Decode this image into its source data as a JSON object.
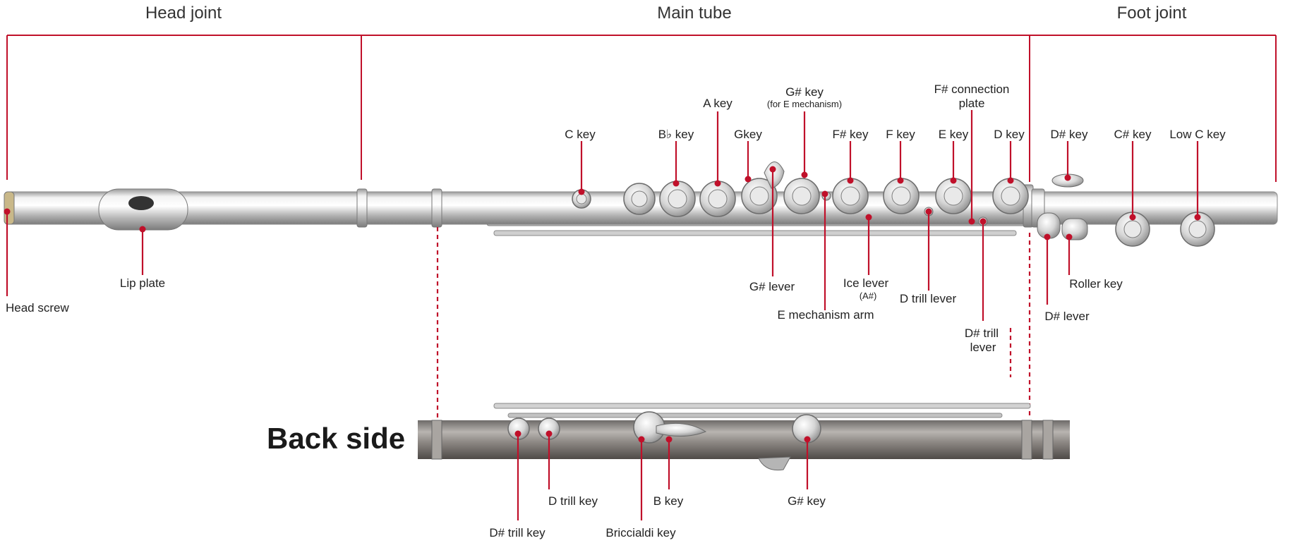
{
  "sections": {
    "head_joint": "Head joint",
    "main_tube": "Main tube",
    "foot_joint": "Foot joint"
  },
  "back_side_title": "Back side",
  "front_labels": {
    "c_key": "C key",
    "bflat_key": "B♭ key",
    "a_key": "A key",
    "g_key": "Gkey",
    "gsharp_e_key": "G# key",
    "gsharp_e_key_note": "(for E mechanism)",
    "fsharp_key": "F# key",
    "f_key": "F key",
    "e_key": "E key",
    "fsharp_connection_plate_1": "F# connection",
    "fsharp_connection_plate_2": "plate",
    "d_key": "D key",
    "dsharp_key": "D# key",
    "csharp_key": "C# key",
    "low_c_key": "Low C key",
    "lip_plate": "Lip plate",
    "head_screw": "Head screw",
    "gsharp_lever": "G# lever",
    "ice_lever": "Ice lever",
    "ice_lever_note": "(A#)",
    "e_mechanism_arm": "E mechanism arm",
    "d_trill_lever": "D trill lever",
    "dsharp_trill_lever_1": "D# trill",
    "dsharp_trill_lever_2": "lever",
    "roller_key": "Roller key",
    "dsharp_lever": "D# lever"
  },
  "back_labels": {
    "dsharp_trill_key": "D# trill key",
    "d_trill_key": "D trill key",
    "briccialdi_key": "Briccialdi key",
    "b_key": "B key",
    "gsharp_key": "G# key"
  },
  "colors": {
    "accent": "#c0102a",
    "silver_light": "#f4f4f4",
    "silver_mid": "#c9c9c9",
    "silver_dark": "#8a8a8a"
  }
}
